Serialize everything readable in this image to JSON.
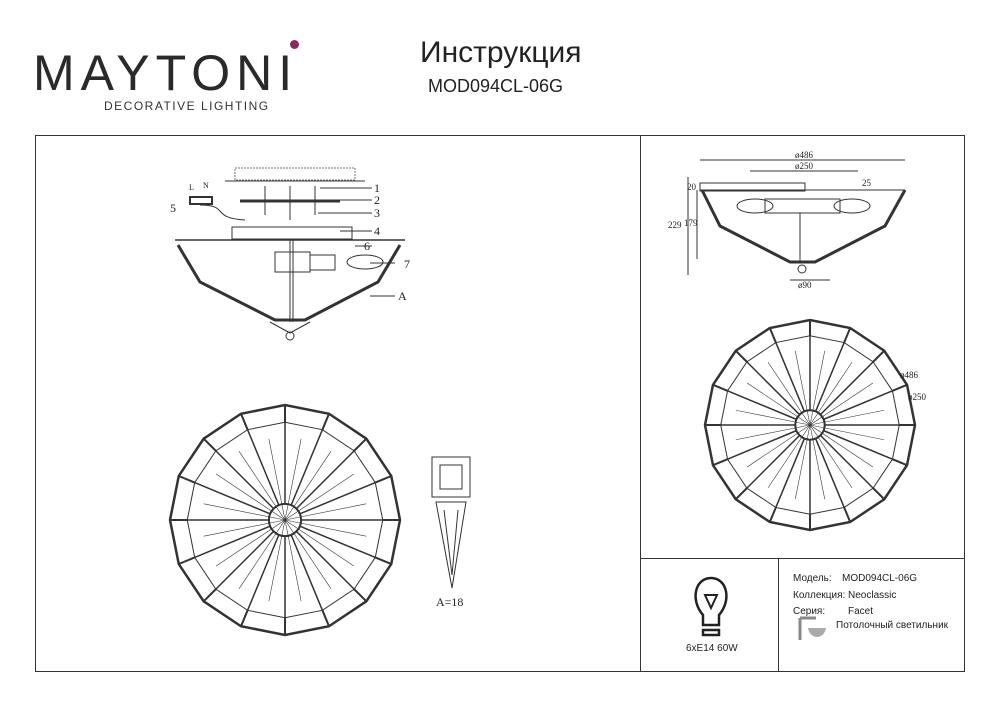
{
  "brand": {
    "name": "MAYTONI",
    "tagline": "DECORATIVE LIGHTING",
    "accent_color": "#8a2a5a"
  },
  "header": {
    "title": "Инструкция",
    "model": "MOD094CL-06G"
  },
  "assembly": {
    "callouts": [
      "1",
      "2",
      "3",
      "4",
      "5",
      "6",
      "7",
      "A"
    ],
    "wiring": {
      "L": "L",
      "N": "N"
    },
    "crystal_label": "A=18"
  },
  "dimensions": {
    "outer_diameter": "ø486",
    "inner_diameter": "ø250",
    "top_thickness": "25",
    "rim": "20",
    "total_height": "229",
    "body_height": "179",
    "bottom_diameter": "ø90"
  },
  "info": {
    "bulb": "6xE14 60W",
    "model_label": "Модель:",
    "model_value": "MOD094CL-06G",
    "collection_label": "Коллекция:",
    "collection_value": "Neoclassic",
    "series_label": "Серия:",
    "series_value": "Facet",
    "type": "Потолочный светильник"
  }
}
